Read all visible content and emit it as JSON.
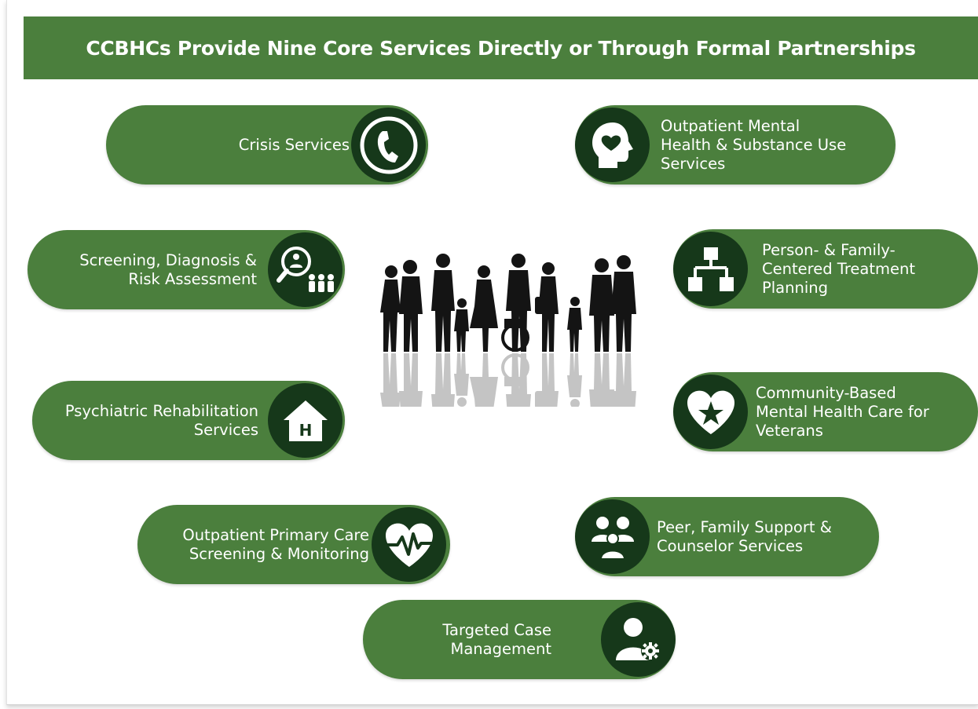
{
  "title": "CCBHCs Provide Nine Core Services Directly or Through Formal Partnerships",
  "colors": {
    "primary_green": "#4b7f3d",
    "dark_green": "#16381a",
    "text": "#ffffff"
  },
  "services": [
    {
      "label": "Crisis Services",
      "icon": "phone-icon"
    },
    {
      "label": "Outpatient Mental\nHealth & Substance Use\nServices",
      "icon": "head-heart-icon"
    },
    {
      "label": "Screening, Diagnosis &\nRisk Assessment",
      "icon": "magnifier-people-icon"
    },
    {
      "label": "Person- & Family-\nCentered Treatment\nPlanning",
      "icon": "hierarchy-chart-icon"
    },
    {
      "label": "Psychiatric Rehabilitation\nServices",
      "icon": "house-h-icon"
    },
    {
      "label": "Community-Based\nMental Health Care for\nVeterans",
      "icon": "heart-star-icon"
    },
    {
      "label": "Outpatient Primary Care\nScreening & Monitoring",
      "icon": "heart-pulse-icon"
    },
    {
      "label": "Peer, Family Support &\nCounselor Services",
      "icon": "group-people-icon"
    },
    {
      "label": "Targeted Case\nManagement",
      "icon": "person-gear-icon"
    }
  ],
  "center_image": {
    "icon": "family-silhouette-icon"
  }
}
